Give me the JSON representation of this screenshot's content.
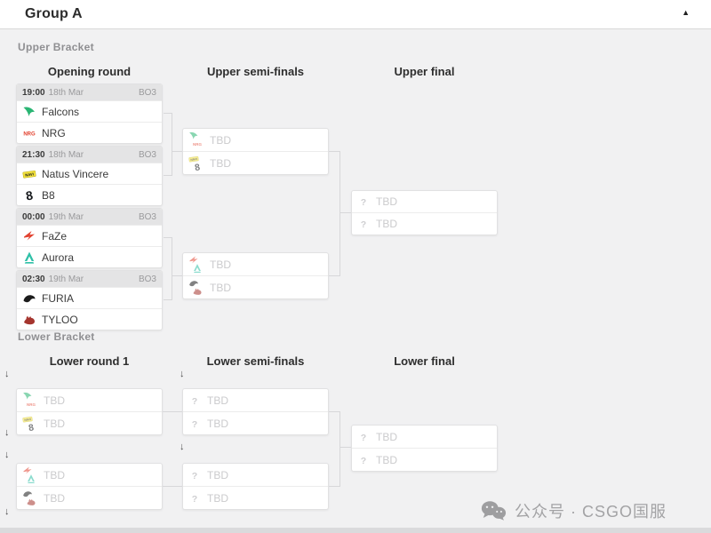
{
  "colors": {
    "page_bg": "#f1f1f2",
    "panel_bg": "#ffffff",
    "connector_line": "#d7d7d9",
    "tbd_text": "#cbcbcd",
    "falcons": "#2ab573",
    "nrg": "#e2402d",
    "navi_yellow": "#f2e13c",
    "b8": "#15181c",
    "faze": "#e2412f",
    "aurora": "#2fc0a7",
    "furia": "#1c1c1c",
    "tyloo": "#a5352e",
    "question": "#cfcfd1",
    "wechat_gray": "#9e9ea0"
  },
  "header": {
    "title": "Group A",
    "collapse_icon": "▲"
  },
  "upper": {
    "label": "Upper Bracket",
    "columns": [
      "Opening round",
      "Upper semi-finals",
      "Upper final"
    ],
    "matches": [
      {
        "time": "19:00",
        "date": "18th Mar",
        "format": "BO3",
        "teams": [
          {
            "name": "Falcons",
            "icon": "falcons-icon"
          },
          {
            "name": "NRG",
            "icon": "nrg-icon"
          }
        ]
      },
      {
        "time": "21:30",
        "date": "18th Mar",
        "format": "BO3",
        "teams": [
          {
            "name": "Natus Vincere",
            "icon": "navi-icon"
          },
          {
            "name": "B8",
            "icon": "b8-icon"
          }
        ]
      },
      {
        "time": "00:00",
        "date": "19th Mar",
        "format": "BO3",
        "teams": [
          {
            "name": "FaZe",
            "icon": "faze-icon"
          },
          {
            "name": "Aurora",
            "icon": "aurora-icon"
          }
        ]
      },
      {
        "time": "02:30",
        "date": "19th Mar",
        "format": "BO3",
        "teams": [
          {
            "name": "FURIA",
            "icon": "furia-icon"
          },
          {
            "name": "TYLOO",
            "icon": "tyloo-icon"
          }
        ]
      }
    ],
    "semifinals": [
      {
        "slots": [
          {
            "label": "TBD",
            "icons": [
              "falcons-icon",
              "nrg-icon"
            ]
          },
          {
            "label": "TBD",
            "icons": [
              "navi-icon",
              "b8-icon"
            ]
          }
        ]
      },
      {
        "slots": [
          {
            "label": "TBD",
            "icons": [
              "faze-icon",
              "aurora-icon"
            ]
          },
          {
            "label": "TBD",
            "icons": [
              "furia-icon",
              "tyloo-icon"
            ]
          }
        ]
      }
    ],
    "final": {
      "slots": [
        {
          "label": "TBD",
          "icon": "question-icon"
        },
        {
          "label": "TBD",
          "icon": "question-icon"
        }
      ]
    }
  },
  "lower": {
    "label": "Lower Bracket",
    "columns": [
      "Lower round 1",
      "Lower semi-finals",
      "Lower final"
    ],
    "drop_arrow": "↓",
    "round1": [
      {
        "slots": [
          {
            "label": "TBD",
            "icons": [
              "falcons-icon",
              "nrg-icon"
            ]
          },
          {
            "label": "TBD",
            "icons": [
              "navi-icon",
              "b8-icon"
            ]
          }
        ]
      },
      {
        "slots": [
          {
            "label": "TBD",
            "icons": [
              "faze-icon",
              "aurora-icon"
            ]
          },
          {
            "label": "TBD",
            "icons": [
              "furia-icon",
              "tyloo-icon"
            ]
          }
        ]
      }
    ],
    "semifinals": [
      {
        "slots": [
          {
            "label": "TBD",
            "icon": "question-icon"
          },
          {
            "label": "TBD",
            "icon": "question-icon"
          }
        ]
      },
      {
        "slots": [
          {
            "label": "TBD",
            "icon": "question-icon"
          },
          {
            "label": "TBD",
            "icon": "question-icon"
          }
        ]
      }
    ],
    "final": {
      "slots": [
        {
          "label": "TBD",
          "icon": "question-icon"
        },
        {
          "label": "TBD",
          "icon": "question-icon"
        }
      ]
    }
  },
  "watermark": {
    "icon": "wechat-icon",
    "text": "公众号 · CSGO国服"
  }
}
